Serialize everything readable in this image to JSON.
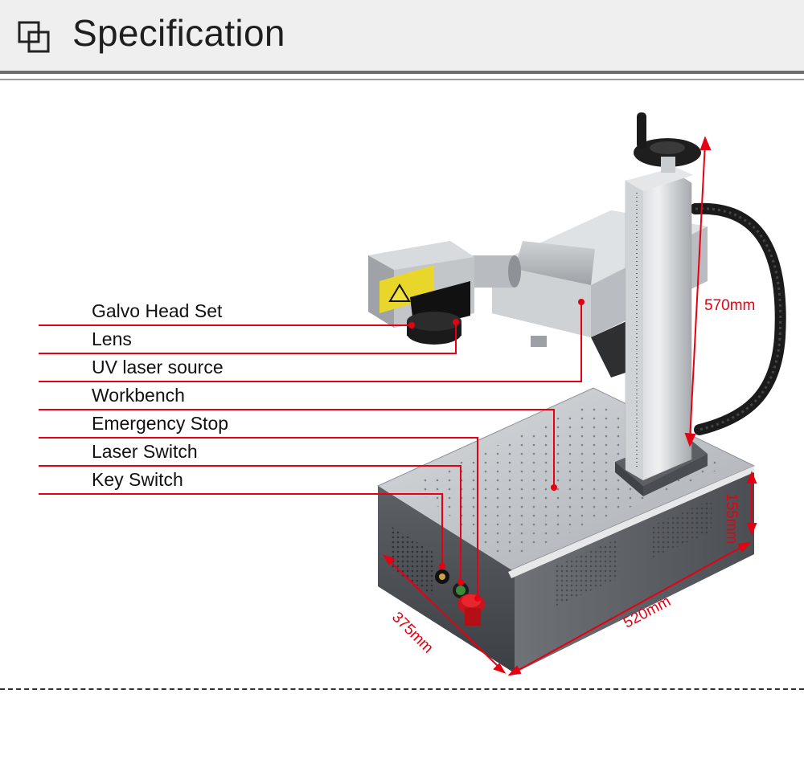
{
  "header": {
    "title": "Specification",
    "icon": "overlapping-squares-icon"
  },
  "callouts": [
    {
      "id": "galvo",
      "label": "Galvo Head Set"
    },
    {
      "id": "lens",
      "label": "Lens"
    },
    {
      "id": "uv",
      "label": "UV laser source"
    },
    {
      "id": "workbench",
      "label": "Workbench"
    },
    {
      "id": "estop",
      "label": "Emergency Stop"
    },
    {
      "id": "laser-switch",
      "label": "Laser Switch"
    },
    {
      "id": "key-switch",
      "label": "Key Switch"
    }
  ],
  "dimensions": {
    "height": "570mm",
    "base_height": "155mm",
    "depth": "375mm",
    "width": "520mm"
  },
  "colors": {
    "accent": "#e60012",
    "header_bg": "#efefef"
  }
}
